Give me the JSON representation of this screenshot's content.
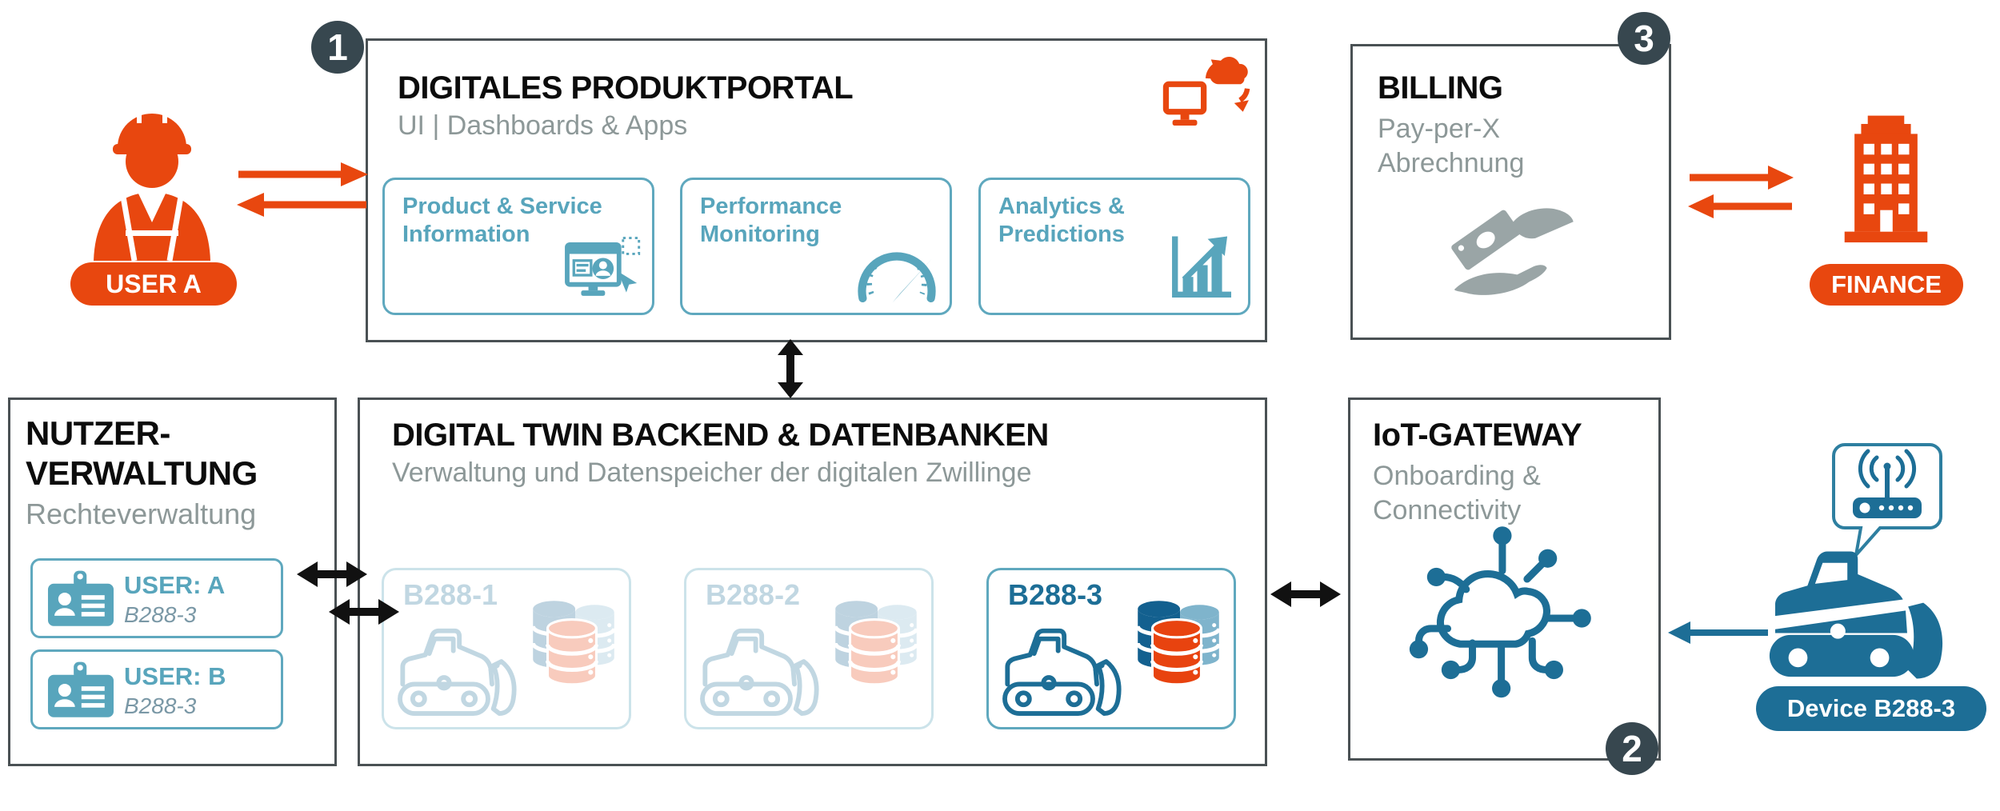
{
  "colors": {
    "orange": "#E8470F",
    "teal": "#5FA8BE",
    "dark_teal": "#1D6E96",
    "badge_bg": "#37474F",
    "gray_text": "#8D9898",
    "icon_gray": "#9AA5A6",
    "db_blue": "#13608F",
    "db_light_blue": "#7FB4CC",
    "db_orange": "#E8430F",
    "arrow_black": "#111111"
  },
  "badges": {
    "portal": "1",
    "gateway": "2",
    "billing": "3"
  },
  "actors": {
    "user": {
      "label": "USER A"
    },
    "finance": {
      "label": "FINANCE"
    },
    "device": {
      "label": "Device B288-3"
    }
  },
  "portal": {
    "title": "DIGITALES PRODUKTPORTAL",
    "subtitle": "UI | Dashboards & Apps",
    "cards": [
      {
        "line1": "Product & Service",
        "line2": "Information"
      },
      {
        "line1": "Performance",
        "line2": "Monitoring"
      },
      {
        "line1": "Analytics &",
        "line2": "Predictions"
      }
    ]
  },
  "billing": {
    "title": "BILLING",
    "subtitle1": "Pay-per-X",
    "subtitle2": "Abrechnung"
  },
  "user_mgmt": {
    "title1": "NUTZER-",
    "title2": "VERWALTUNG",
    "subtitle": "Rechteverwaltung",
    "users": [
      {
        "name": "USER: A",
        "twin": "B288-3"
      },
      {
        "name": "USER: B",
        "twin": "B288-3"
      }
    ]
  },
  "backend": {
    "title": "DIGITAL TWIN BACKEND & DATENBANKEN",
    "subtitle": "Verwaltung und Datenspeicher der digitalen Zwillinge",
    "twins": [
      {
        "label": "B288-1",
        "active": false
      },
      {
        "label": "B288-2",
        "active": false
      },
      {
        "label": "B288-3",
        "active": true
      }
    ]
  },
  "gateway": {
    "title": "IoT-GATEWAY",
    "subtitle1": "Onboarding &",
    "subtitle2": "Connectivity"
  },
  "icon_names": [
    "worker-icon",
    "cloud-sync-monitor-icon",
    "product-service-icon",
    "gauge-icon",
    "analytics-chart-icon",
    "money-hands-icon",
    "building-icon",
    "id-card-icon",
    "bulldozer-icon",
    "database-stack-icon",
    "cloud-network-icon",
    "router-wifi-bubble-icon",
    "arrow-icon"
  ]
}
